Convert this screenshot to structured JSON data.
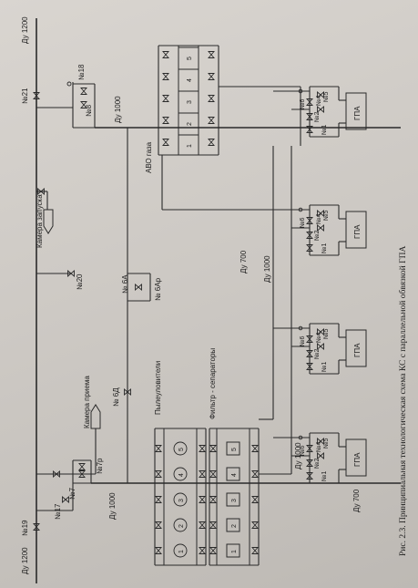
{
  "caption": "Рис. 2.3. Принципиальная технологическая схема КС с параллельной обвязкой ГПА",
  "pipes": {
    "inlet": "Ду 1200",
    "outlet": "Ду 1200",
    "header_1000_a": "Ду 1000",
    "header_1000_b": "Ду 1000",
    "header_1000_c": "Ду 1000",
    "header_1000_d": "Ду 1000",
    "header_700_a": "Ду 700",
    "header_700_b": "Ду 700"
  },
  "valves": {
    "v19": "№19",
    "v21": "№21",
    "v17": "№17",
    "v7": "№7",
    "v7r": "№7р",
    "v18": "№18",
    "v8": "№8",
    "v20": "№20",
    "v6a": "№ 6А",
    "v6ar": "№ 6Ар",
    "v6d": "№ 6Д"
  },
  "stations": {
    "chamber_receive": "Камера приема",
    "chamber_launch": "Камера запуска",
    "dust_collectors": "Пылеуловители",
    "filter_separators": "Фильтр - сепараторы",
    "avo": "АВО газа"
  },
  "gpa_units": [
    {
      "label": "ГПА",
      "v1": "№1",
      "v2": "№2",
      "v4": "№4",
      "v5": "№5",
      "v6": "№6"
    },
    {
      "label": "ГПА",
      "v1": "№1",
      "v2": "№2",
      "v4": "№4",
      "v5": "№5",
      "v6": "№6"
    },
    {
      "label": "ГПА",
      "v1": "№1",
      "v2": "№2",
      "v4": "№4",
      "v5": "№5",
      "v6": "№6"
    },
    {
      "label": "ГПА",
      "v1": "№1",
      "v2": "№2",
      "v4": "№4",
      "v5": "№5",
      "v6": "№6"
    }
  ],
  "dust_cells": [
    "1",
    "2",
    "3",
    "4",
    "5"
  ],
  "filter_cells": [
    "1",
    "2",
    "3",
    "4",
    "5"
  ],
  "avo_cells": [
    "1",
    "2",
    "3",
    "4",
    "5"
  ]
}
